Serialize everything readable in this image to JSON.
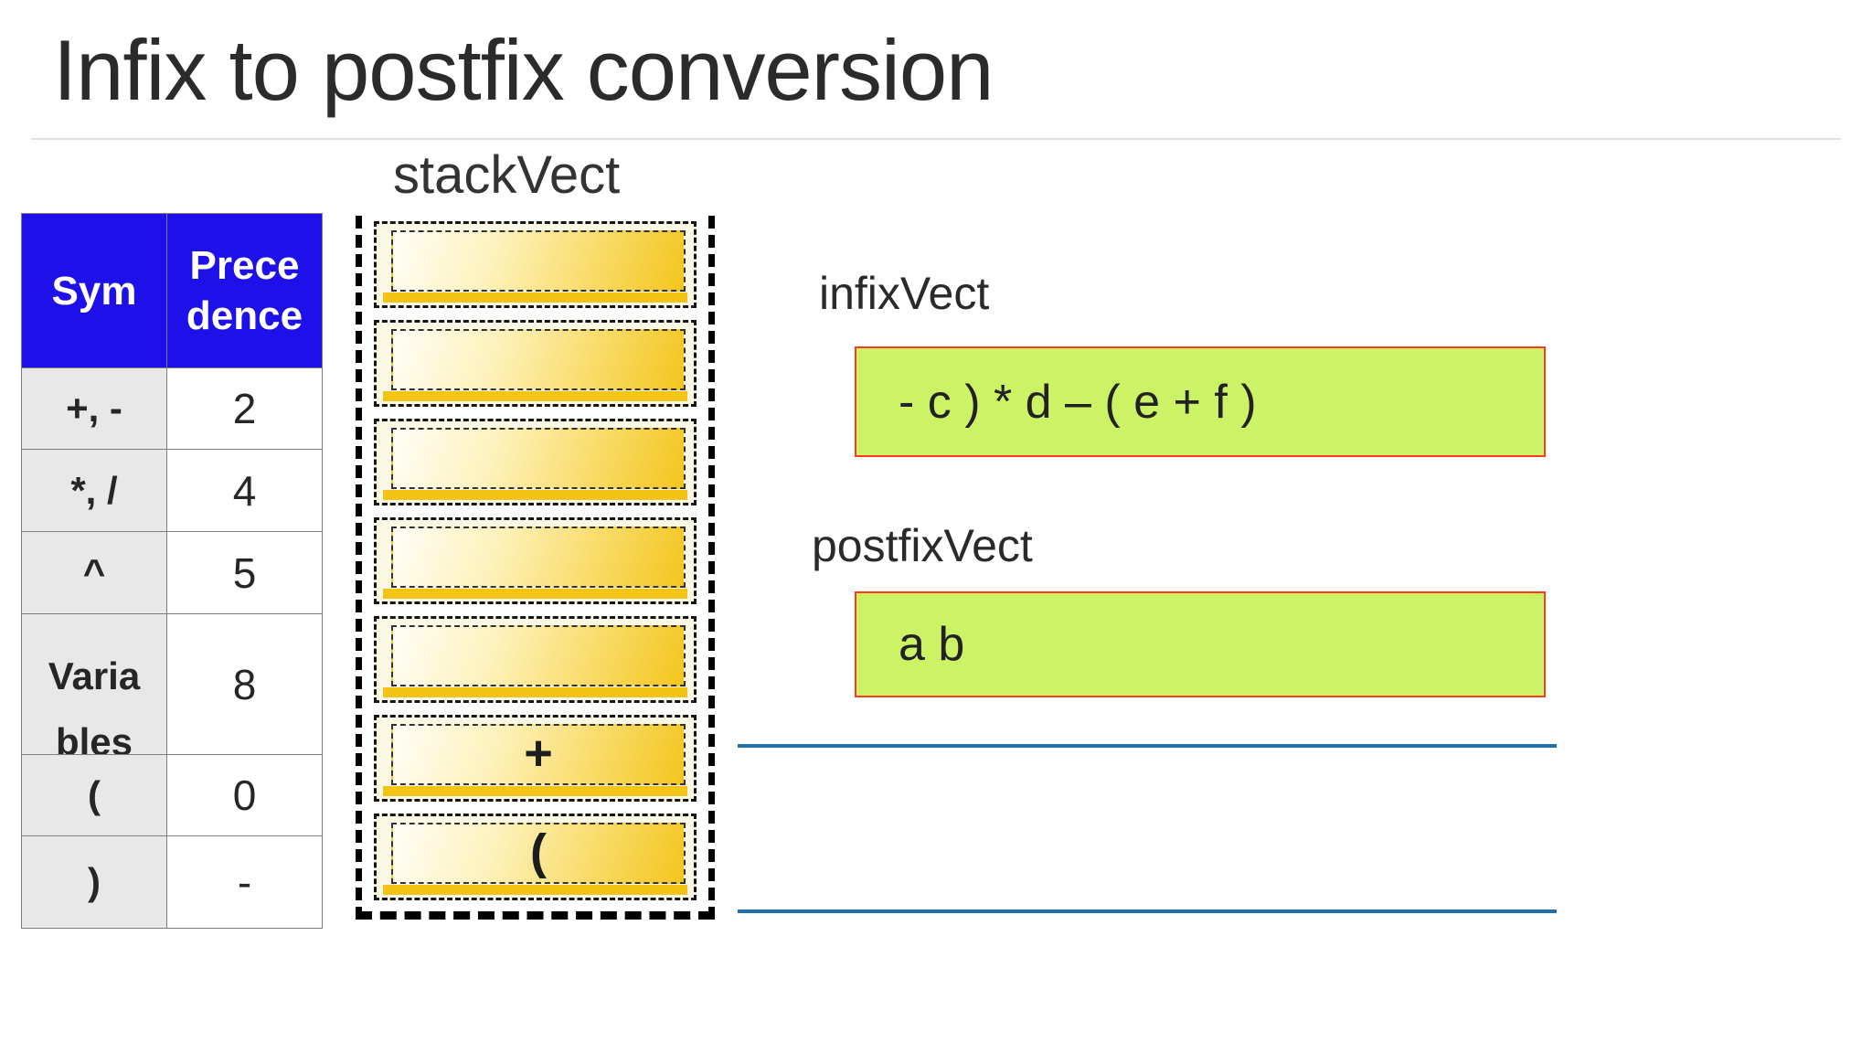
{
  "slide": {
    "title": "Infix to postfix conversion",
    "stack_label": "stackVect",
    "infix_label": "infixVect",
    "infix_value": "- c ) * d – ( e + f )",
    "postfix_label": "postfixVect",
    "postfix_value": "a b"
  },
  "precedence_table": {
    "headers": {
      "sym": "Sym",
      "precedence": "Precedence"
    },
    "rows": [
      {
        "sym": "+, -",
        "precedence": "2"
      },
      {
        "sym": "*, /",
        "precedence": "4"
      },
      {
        "sym": "^",
        "precedence": "5"
      },
      {
        "sym": "Variables",
        "precedence": "8"
      },
      {
        "sym": "(",
        "precedence": "0"
      },
      {
        "sym": ")",
        "precedence": "-"
      }
    ]
  },
  "stack": {
    "slots": [
      {
        "value": ""
      },
      {
        "value": ""
      },
      {
        "value": ""
      },
      {
        "value": ""
      },
      {
        "value": ""
      },
      {
        "value": "+"
      },
      {
        "value": "("
      }
    ]
  },
  "colors": {
    "table_header_bg": "#1d10e8",
    "table_sym_bg": "#e8e8e8",
    "stack_gold_light": "#fffef8",
    "stack_gold_dark": "#f3c51d",
    "vector_fill": "#ccf266",
    "vector_border": "#ff3a1a",
    "underline_blue": "#2070a9"
  }
}
